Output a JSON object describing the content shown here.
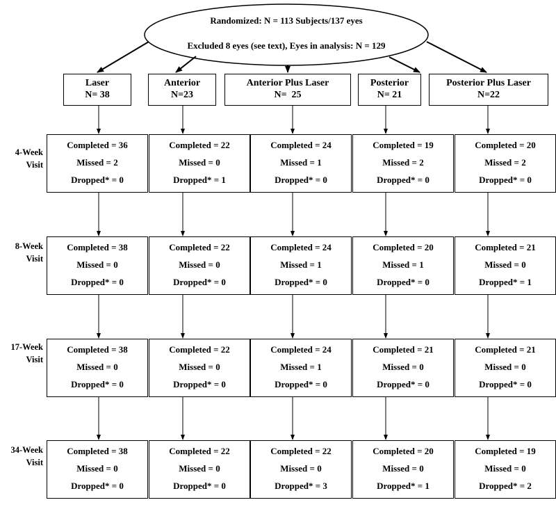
{
  "randomized": {
    "line1": "Randomized: N = 113 Subjects/137 eyes",
    "line2": "Excluded 8 eyes (see text), Eyes in analysis: N = 129"
  },
  "arms": [
    {
      "name": "Laser",
      "n": "N= 38"
    },
    {
      "name": "Anterior",
      "n": "N=23"
    },
    {
      "name": "Anterior Plus Laser",
      "n": "N=  25"
    },
    {
      "name": "Posterior",
      "n": "N= 21"
    },
    {
      "name": "Posterior Plus Laser",
      "n": "N=22"
    }
  ],
  "visits": [
    {
      "label_line1": "4-Week",
      "label_line2": "Visit",
      "boxes": [
        {
          "completed": "Completed = 36",
          "missed": "Missed = 2",
          "dropped": "Dropped* = 0"
        },
        {
          "completed": "Completed = 22",
          "missed": "Missed = 0",
          "dropped": "Dropped* = 1"
        },
        {
          "completed": "Completed = 24",
          "missed": "Missed = 1",
          "dropped": "Dropped* = 0"
        },
        {
          "completed": "Completed = 19",
          "missed": "Missed = 2",
          "dropped": "Dropped* = 0"
        },
        {
          "completed": "Completed = 20",
          "missed": "Missed = 2",
          "dropped": "Dropped* = 0"
        }
      ]
    },
    {
      "label_line1": "8-Week",
      "label_line2": "Visit",
      "boxes": [
        {
          "completed": "Completed = 38",
          "missed": "Missed = 0",
          "dropped": "Dropped* = 0"
        },
        {
          "completed": "Completed = 22",
          "missed": "Missed = 0",
          "dropped": "Dropped* = 0"
        },
        {
          "completed": "Completed = 24",
          "missed": "Missed = 1",
          "dropped": "Dropped* = 0"
        },
        {
          "completed": "Completed = 20",
          "missed": "Missed = 1",
          "dropped": "Dropped* = 0"
        },
        {
          "completed": "Completed = 21",
          "missed": "Missed = 0",
          "dropped": "Dropped* = 1"
        }
      ]
    },
    {
      "label_line1": "17-Week",
      "label_line2": "Visit",
      "boxes": [
        {
          "completed": "Completed = 38",
          "missed": "Missed = 0",
          "dropped": "Dropped* = 0"
        },
        {
          "completed": "Completed = 22",
          "missed": "Missed = 0",
          "dropped": "Dropped* = 0"
        },
        {
          "completed": "Completed = 24",
          "missed": "Missed = 1",
          "dropped": "Dropped* = 0"
        },
        {
          "completed": "Completed = 21",
          "missed": "Missed = 0",
          "dropped": "Dropped* = 0"
        },
        {
          "completed": "Completed = 21",
          "missed": "Missed = 0",
          "dropped": "Dropped* = 0"
        }
      ]
    },
    {
      "label_line1": "34-Week",
      "label_line2": "Visit",
      "boxes": [
        {
          "completed": "Completed = 38",
          "missed": "Missed = 0",
          "dropped": "Dropped* = 0"
        },
        {
          "completed": "Completed = 22",
          "missed": "Missed = 0",
          "dropped": "Dropped* = 0"
        },
        {
          "completed": "Completed = 22",
          "missed": "Missed = 0",
          "dropped": "Dropped* = 3"
        },
        {
          "completed": "Completed = 20",
          "missed": "Missed = 0",
          "dropped": "Dropped* = 1"
        },
        {
          "completed": "Completed = 19",
          "missed": "Missed = 0",
          "dropped": "Dropped* = 2"
        }
      ]
    }
  ]
}
